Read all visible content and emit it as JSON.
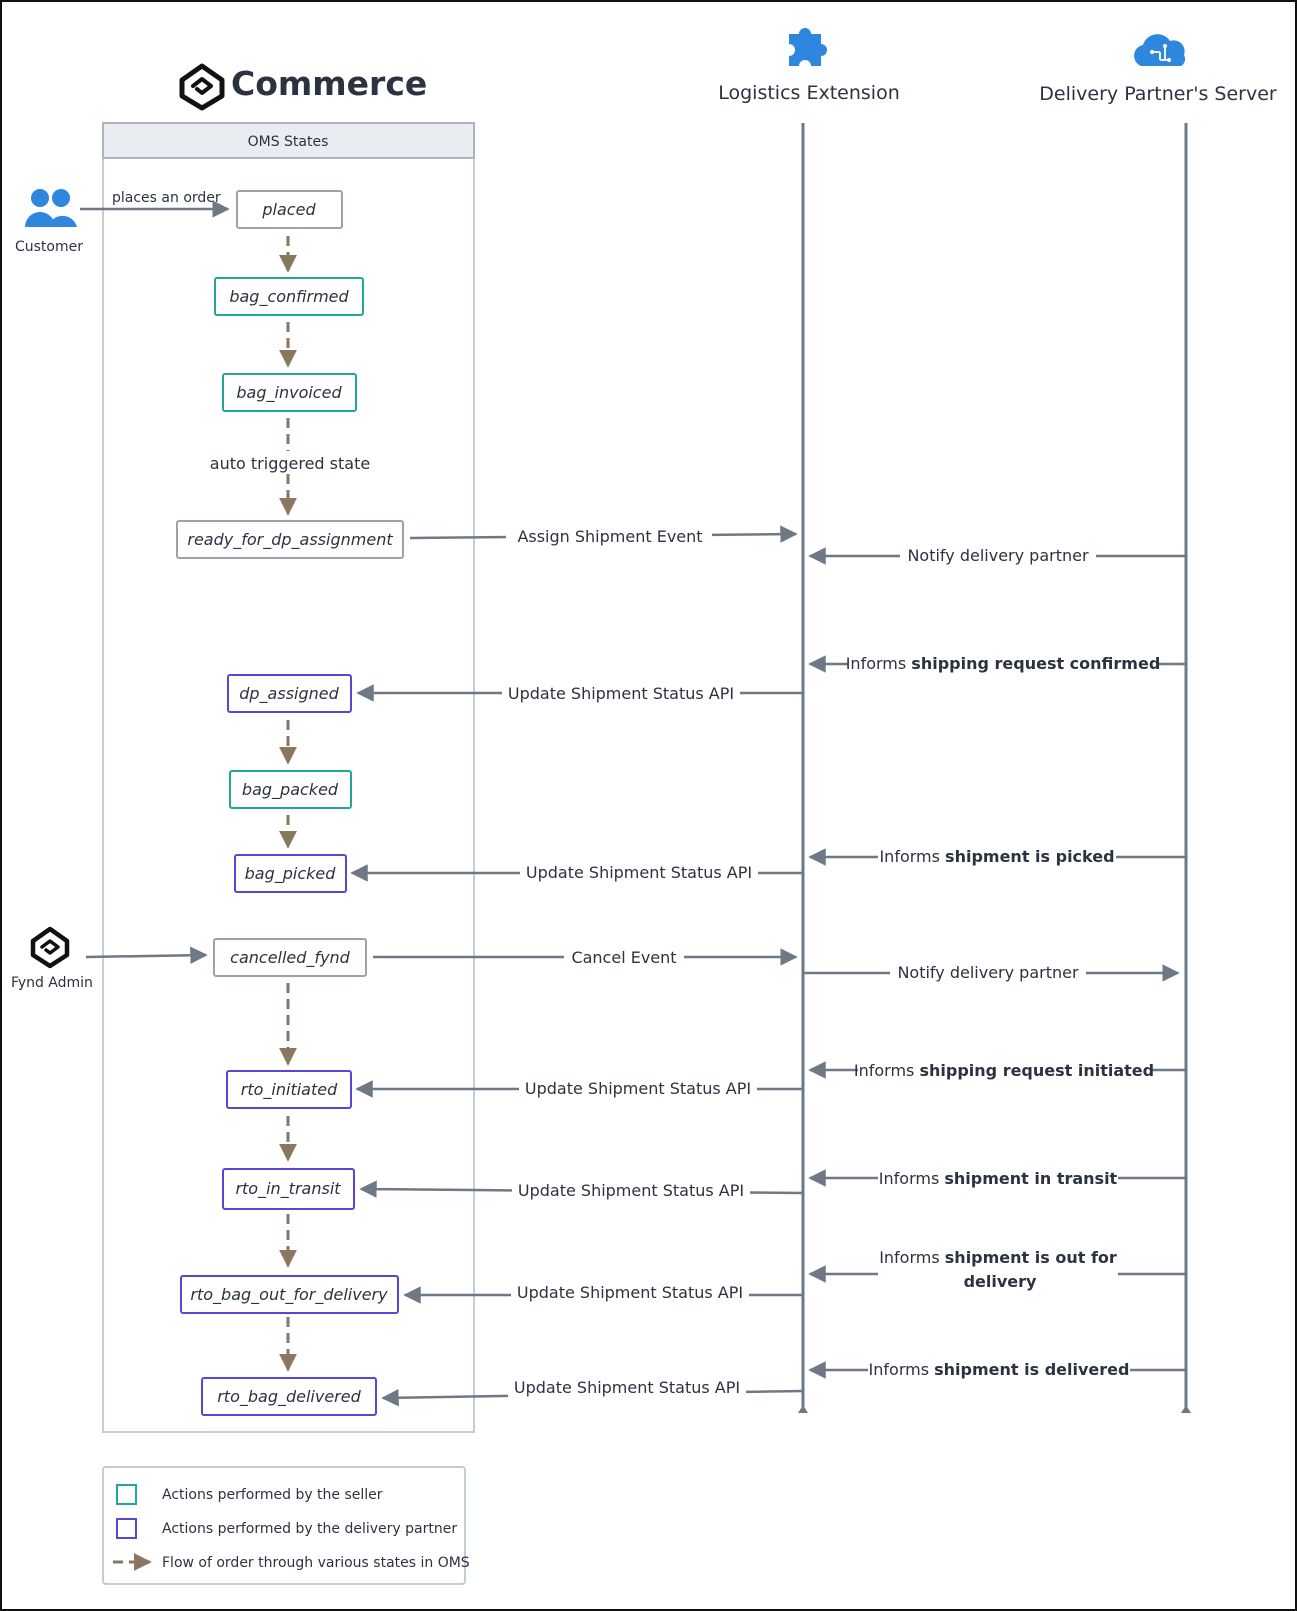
{
  "brand": {
    "name": "Commerce"
  },
  "participants": {
    "logistics": "Logistics Extension",
    "partner": "Delivery Partner's Server"
  },
  "oms": {
    "title": "OMS States"
  },
  "actors": {
    "customer": {
      "label": "Customer",
      "action": "places an order"
    },
    "admin": {
      "label": "Fynd Admin"
    }
  },
  "states": {
    "placed": "placed",
    "bag_confirmed": "bag_confirmed",
    "bag_invoiced": "bag_invoiced",
    "ready_for_dp_assignment": "ready_for_dp_assignment",
    "dp_assigned": "dp_assigned",
    "bag_packed": "bag_packed",
    "bag_picked": "bag_picked",
    "cancelled_fynd": "cancelled_fynd",
    "rto_initiated": "rto_initiated",
    "rto_in_transit": "rto_in_transit",
    "rto_bag_out_for_delivery": "rto_bag_out_for_delivery",
    "rto_bag_delivered": "rto_bag_delivered"
  },
  "auto_trigger_label": "auto triggered state",
  "messages": {
    "assign_event": "Assign Shipment Event",
    "cancel_event": "Cancel Event",
    "update_api": "Update Shipment Status API",
    "notify_partner": "Notify delivery partner",
    "informs_prefix": "Informs",
    "confirmed_bold": "shipping request confirmed",
    "picked_bold": "shipment is picked",
    "initiated_bold": "shipping request initiated",
    "transit_bold": "shipment in transit",
    "ofd_bold_1": "shipment is out for",
    "ofd_bold_2": "delivery",
    "delivered_bold": "shipment is delivered"
  },
  "legend": {
    "seller": "Actions performed by the seller",
    "partner": "Actions performed by the delivery partner",
    "flow": "Flow of order through various states in OMS"
  },
  "colors": {
    "seller": "#23a69a",
    "delivery_partner": "#5b45d6",
    "neutral": "#9aa3ae",
    "flow_arrow": "#8a7760",
    "line": "#6f7986",
    "icon_blue": "#2e86de"
  }
}
